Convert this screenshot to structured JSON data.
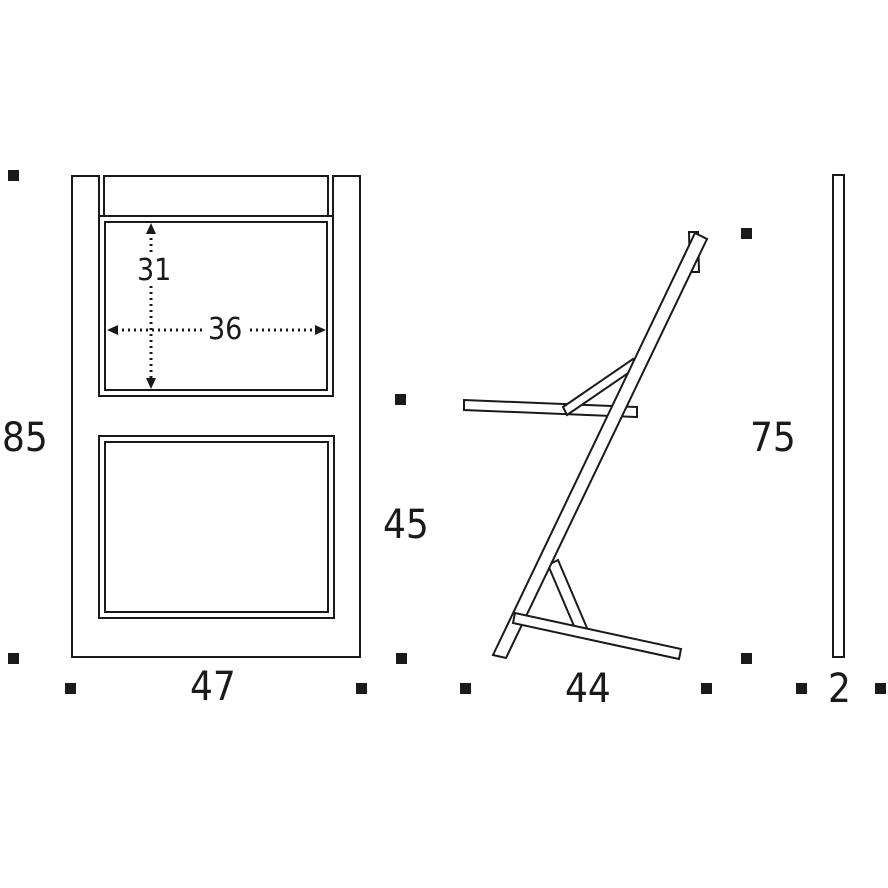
{
  "colors": {
    "stroke": "#1a1a1a",
    "background": "#ffffff"
  },
  "front_view": {
    "height_label": "85",
    "width_label": "47",
    "backrest_height_label": "31",
    "backrest_width_label": "36",
    "seat_height_label": "45"
  },
  "side_view": {
    "depth_label": "44"
  },
  "folded_view": {
    "height_label": "75",
    "thickness_label": "2"
  }
}
